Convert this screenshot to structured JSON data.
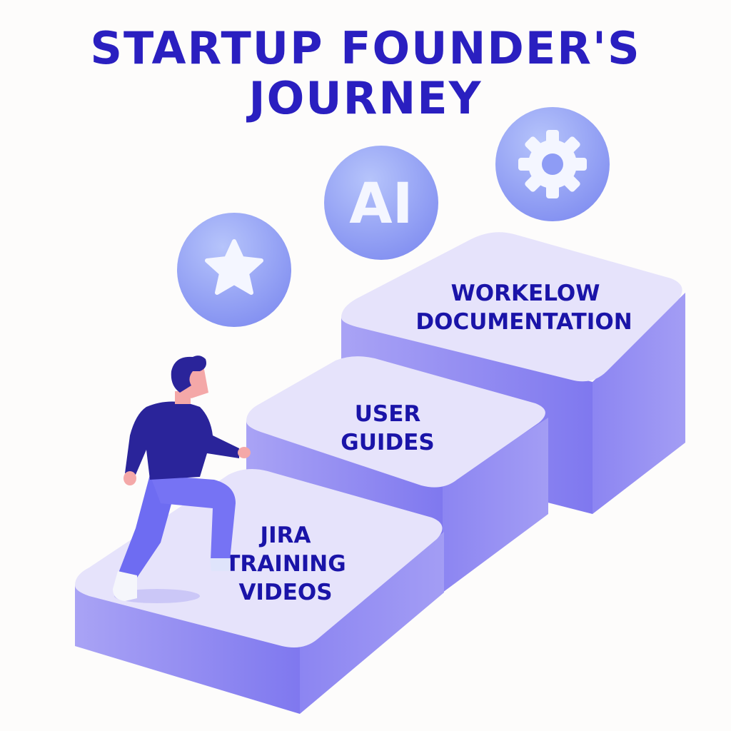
{
  "title": {
    "line1": "STARTUP FOUNDER'S",
    "line2": "JOURNEY"
  },
  "steps": [
    {
      "line1": "JIRA",
      "line2": "TRAINING",
      "line3": "VIDEOS"
    },
    {
      "line1": "USER",
      "line2": "GUIDES"
    },
    {
      "line1": "WORKELOW",
      "line2": "DOCUMENTATION"
    }
  ],
  "icons": [
    {
      "name": "star-icon"
    },
    {
      "name": "ai-icon",
      "text": "AI"
    },
    {
      "name": "gear-icon"
    }
  ],
  "colors": {
    "title": "#2a1fc0",
    "step_top": "#e6e3fb",
    "step_side": "#8f88f2",
    "badge": "#8e9cf5",
    "shirt": "#2a249a",
    "pants": "#6e6cf2"
  }
}
